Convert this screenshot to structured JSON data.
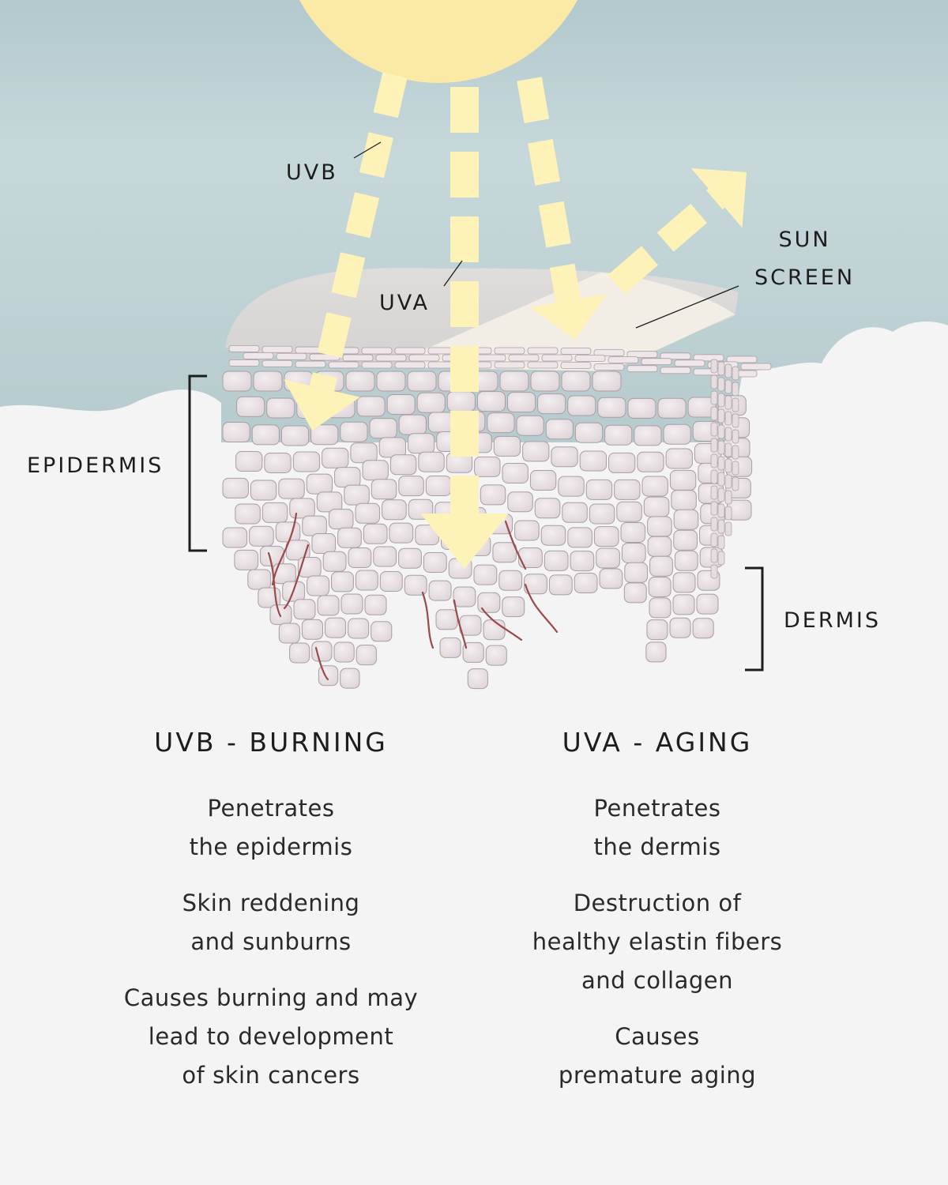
{
  "labels": {
    "uvb": "UVB",
    "uva": "UVA",
    "sunscreen": "SUN\nSCREEN",
    "epidermis": "EPIDERMIS",
    "dermis": "DERMIS"
  },
  "columns": [
    {
      "title": "UVB - BURNING",
      "points": [
        "Penetrates\nthe epidermis",
        "Skin reddening\nand sunburns",
        "Causes burning and may\nlead to development\nof skin cancers"
      ]
    },
    {
      "title": "UVA - AGING",
      "points": [
        "Penetrates\nthe dermis",
        "Destruction of\nhealthy elastin fibers\nand collagen",
        "Causes\npremature aging"
      ]
    }
  ],
  "colors": {
    "sky": "#b9ced1",
    "sun": "#faeaa6",
    "ray": "#fdf2b8",
    "cloud": "#f4f4f4",
    "cell": "#e9e0e4",
    "cell_border": "#a89ea3",
    "vessel": "#9a4a4a",
    "text": "#1d1d1d"
  }
}
